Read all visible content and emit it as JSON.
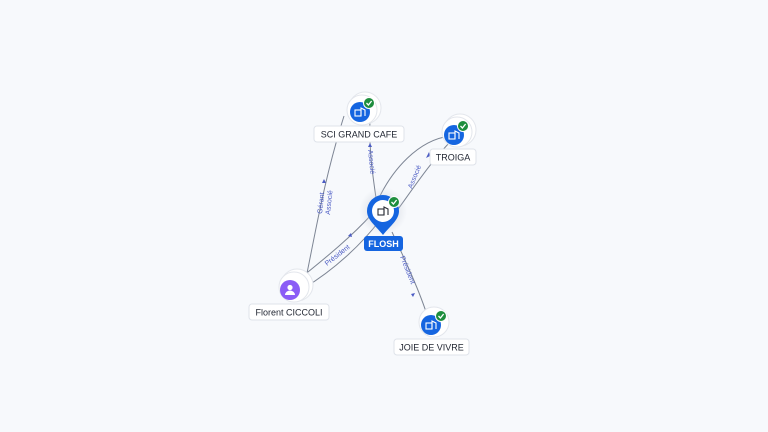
{
  "colors": {
    "company": "#1565e0",
    "person": "#8b5cf6",
    "verified": "#1e8e3e",
    "edge": "#7d8594",
    "edge_label": "#4c5cc4",
    "main_label_bg": "#1565e0"
  },
  "nodes": {
    "flosh": {
      "label": "FLOSH",
      "type": "company",
      "icon": "building-icon",
      "verified": true,
      "main": true
    },
    "sci_grand_cafe": {
      "label": "SCI GRAND CAFE",
      "type": "company",
      "icon": "building-icon",
      "verified": true
    },
    "troiga": {
      "label": "TROIGA",
      "type": "company",
      "icon": "building-icon",
      "verified": true
    },
    "joie_de_vivre": {
      "label": "JOIE DE VIVRE",
      "type": "company",
      "icon": "building-icon",
      "verified": true
    },
    "florent_ciccoli": {
      "label": "Florent CICCOLI",
      "type": "person",
      "icon": "person-icon"
    }
  },
  "edges": {
    "flosh_sci": {
      "label": "Associé"
    },
    "flosh_troiga": {
      "label": "Associé"
    },
    "flosh_joie": {
      "label": "Président"
    },
    "florent_flosh": {
      "label": "Président"
    },
    "florent_sci": {
      "label": "Gérant\nAssocié"
    }
  }
}
